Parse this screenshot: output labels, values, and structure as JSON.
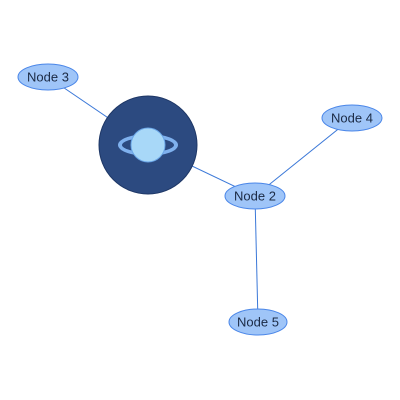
{
  "colors": {
    "edge": "#3b78d8",
    "node_fill": "#9fc5f8",
    "node_stroke": "#4a86e8",
    "label": "#1b2a44",
    "selected_ring": "#2c4a80",
    "selected_core": "#a8d8f8"
  },
  "nodes": [
    {
      "id": "n1",
      "label": "",
      "selected": true,
      "icon": "planet-icon"
    },
    {
      "id": "n2",
      "label": "Node 2"
    },
    {
      "id": "n3",
      "label": "Node 3"
    },
    {
      "id": "n4",
      "label": "Node 4"
    },
    {
      "id": "n5",
      "label": "Node 5"
    }
  ],
  "edges": [
    {
      "from": "n3",
      "to": "n1"
    },
    {
      "from": "n1",
      "to": "n2"
    },
    {
      "from": "n2",
      "to": "n4"
    },
    {
      "from": "n2",
      "to": "n5"
    }
  ]
}
